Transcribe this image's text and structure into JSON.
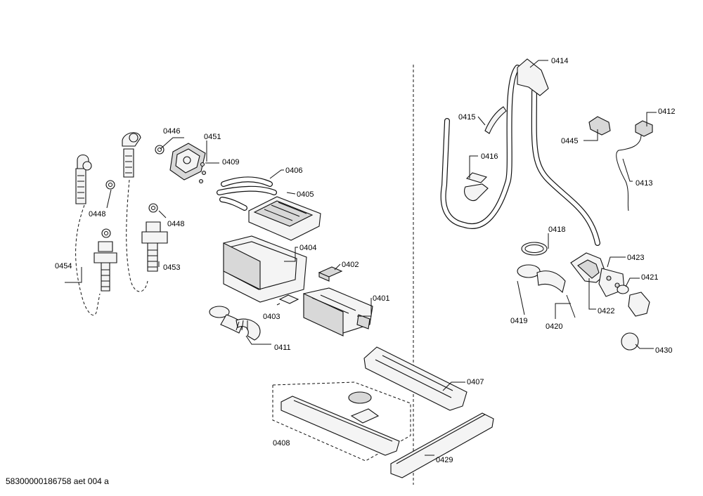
{
  "footer": "58300000186758 aet 004 a",
  "labels": {
    "p0446": "0446",
    "p0451": "0451",
    "p0409": "0409",
    "p0406": "0406",
    "p0405": "0405",
    "p0448a": "0448",
    "p0448b": "0448",
    "p0454": "0454",
    "p0453": "0453",
    "p0404": "0404",
    "p0402": "0402",
    "p0403": "0403",
    "p0401": "0401",
    "p0411": "0411",
    "p0407": "0407",
    "p0408": "0408",
    "p0429": "0429",
    "p0414": "0414",
    "p0415": "0415",
    "p0416": "0416",
    "p0412": "0412",
    "p0445": "0445",
    "p0413": "0413",
    "p0418": "0418",
    "p0423": "0423",
    "p0421": "0421",
    "p0422": "0422",
    "p0419": "0419",
    "p0420": "0420",
    "p0430": "0430"
  }
}
